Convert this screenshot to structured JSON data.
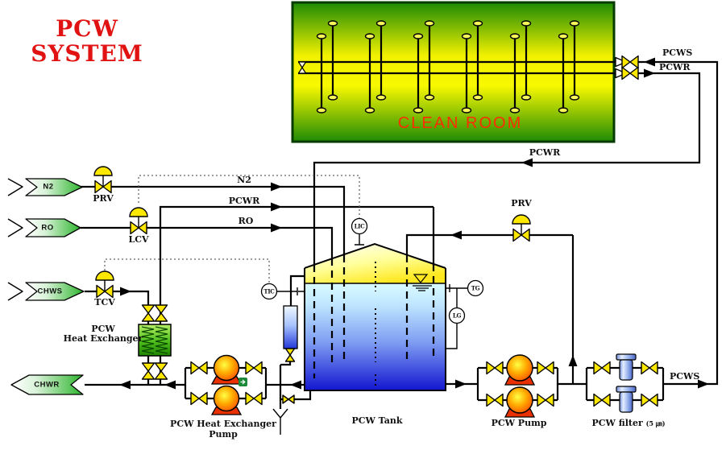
{
  "title": {
    "line1": "PCW",
    "line2": "SYSTEM"
  },
  "clean_room": {
    "label": "CLEAN ROOM"
  },
  "source_tags": {
    "n2": "N2",
    "ro": "RO",
    "chws": "CHWS",
    "chwr": "CHWR"
  },
  "valve_labels": {
    "prv_n2": "PRV",
    "lcv": "LCV",
    "tcv": "TCV",
    "prv_tank": "PRV"
  },
  "line_labels": {
    "pcws_supply": "PCWS",
    "pcwr_return": "PCWR",
    "pcwr_top": "PCWR",
    "n2": "N2",
    "pcwr_to_tank": "PCWR",
    "ro": "RO",
    "pcws_out": "PCWS"
  },
  "instruments": {
    "lic": "LIC",
    "tic": "TIC",
    "tg": "TG",
    "lg": "LG"
  },
  "equipment": {
    "heat_exchanger_line1": "PCW",
    "heat_exchanger_line2": "Heat Exchanger",
    "hx_pump_line1": "PCW Heat Exchanger",
    "hx_pump_line2": "Pump",
    "tank": "PCW Tank",
    "pump": "PCW Pump",
    "filter_name": "PCW filter",
    "filter_size": "(5 ㎛)"
  },
  "colors": {
    "title_red": "#e11212",
    "clean_room_text_red": "#ff2d00",
    "clean_room_green": "#1e8a05",
    "clean_room_yellow": "#f5f50a",
    "valve_yellow": "#ffe800",
    "pump_orange": "#ff9900",
    "tag_green": "#2cb42c",
    "tank_water_blue": "#1216cf",
    "hx_green": "#55c322",
    "filter_blue": "#9ab8ee"
  }
}
